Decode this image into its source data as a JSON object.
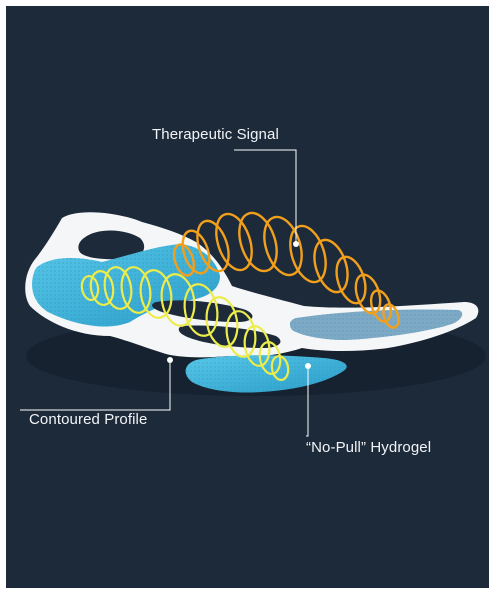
{
  "callouts": {
    "therapeutic_signal": "Therapeutic Signal",
    "contoured_profile": "Contoured Profile",
    "hydrogel": "“No-Pull” Hydrogel"
  },
  "colors": {
    "background": "#1d2a3a",
    "frame_white": "#f4f6f8",
    "hydrogel_blue": "#3fb6dc",
    "signal_orange": "#f2a01c",
    "signal_yellow": "#ecec4a",
    "callout_line": "#ffffff"
  }
}
